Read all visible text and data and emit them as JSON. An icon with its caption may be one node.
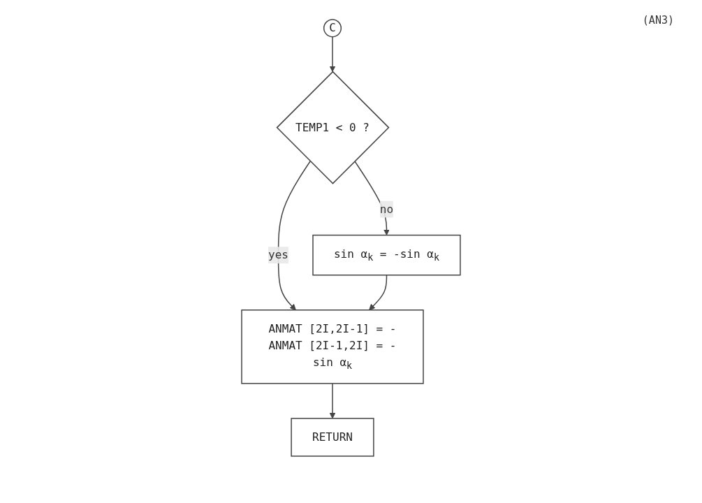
{
  "diagram": {
    "nodes": [
      {
        "text": [
          "C"
        ]
      },
      {
        "text": [
          "TEMP1 < 0 ?"
        ]
      },
      {
        "text": [
          "sin α$_{k}$ = -sin α$_{k}$"
        ]
      },
      {
        "text": [
          "ANMAT [2I,2I-1] = -ANMAT [2I-1,2I] = -sin α$_{k}$"
        ]
      },
      {
        "text": [
          "RETURN"
        ]
      }
    ],
    "edges": [
      {
        "from": 0,
        "to": 1,
        "arrow": "to"
      },
      {
        "from": 1,
        "to": 2,
        "arrow": "to",
        "label": "no"
      },
      {
        "from": 1,
        "to": 3,
        "arrow": "to",
        "label": "yes"
      },
      {
        "from": 2,
        "to": 3,
        "arrow": "to"
      },
      {
        "from": 3,
        "to": 4,
        "arrow": "to"
      }
    ],
    "labels": [
      "(AN3)"
    ]
  }
}
